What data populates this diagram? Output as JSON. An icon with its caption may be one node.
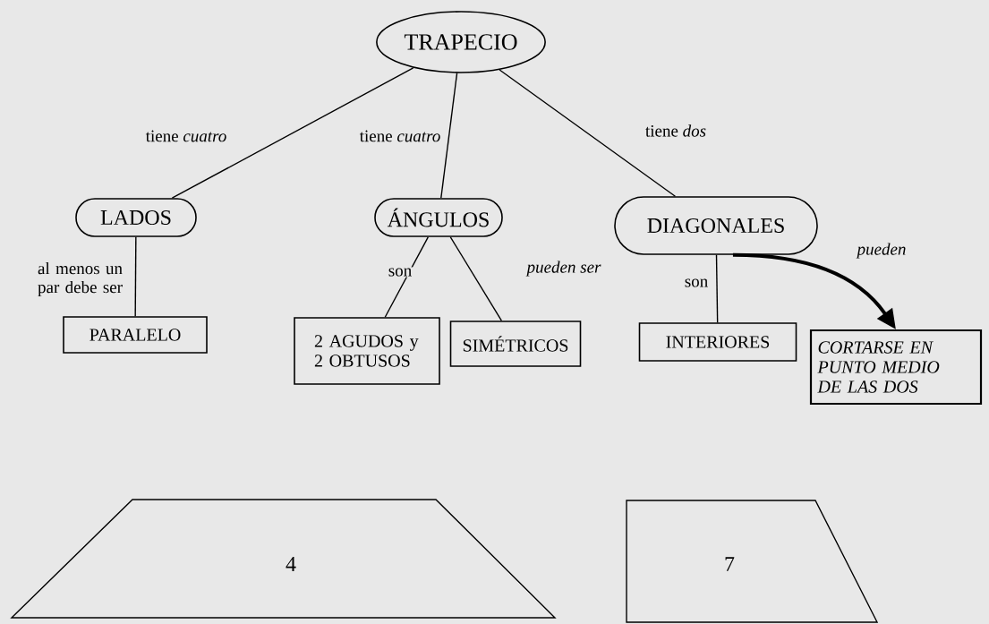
{
  "diagram": {
    "nodes": [
      {
        "text": [
          "TRAPECIO"
        ]
      },
      {
        "text": [
          "LADOS"
        ]
      },
      {
        "text": [
          "ÁNGULOS"
        ]
      },
      {
        "text": [
          "DIAGONALES"
        ]
      },
      {
        "text": [
          "PARALELO"
        ]
      },
      {
        "text": [
          "2 AGUDOS y 2 OBTUSOS"
        ]
      },
      {
        "text": [
          "SIMÉTRICOS"
        ]
      },
      {
        "text": [
          "INTERIORES"
        ]
      },
      {
        "text": [
          "CORTARSE EN PUNTO MEDIO DE LAS DOS"
        ]
      },
      {
        "text": [
          "4"
        ]
      },
      {
        "text": [
          "7"
        ]
      }
    ],
    "edges": [
      {
        "from": 0,
        "to": 1,
        "arrow": "none",
        "label": "tiene *cuatro*"
      },
      {
        "from": 0,
        "to": 2,
        "arrow": "none",
        "label": "tiene *cuatro*"
      },
      {
        "from": 0,
        "to": 3,
        "arrow": "none",
        "label": "tiene *dos*"
      },
      {
        "from": 1,
        "to": 4,
        "arrow": "none",
        "label": "al menos un par debe ser"
      },
      {
        "from": 2,
        "to": 5,
        "arrow": "none",
        "label": "son"
      },
      {
        "from": 2,
        "to": 6,
        "arrow": "none",
        "label": "pueden ser"
      },
      {
        "from": 3,
        "to": 7,
        "arrow": "none",
        "label": "son"
      },
      {
        "from": 3,
        "to": 8,
        "arrow": "to",
        "label": "pueden",
        "style": "thick"
      }
    ]
  }
}
